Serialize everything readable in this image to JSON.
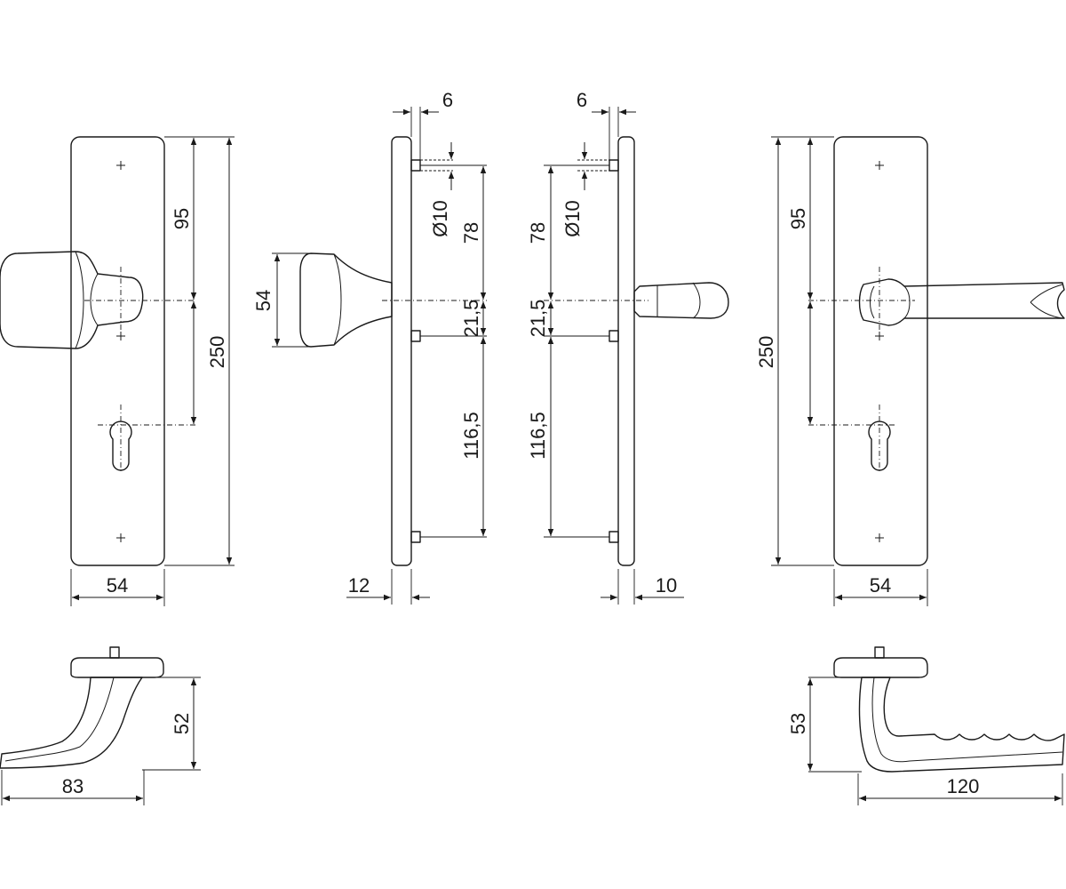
{
  "dimensions": {
    "front_left": {
      "height_upper": "95",
      "height_total": "250",
      "width": "54"
    },
    "side_left": {
      "rose_offset": "6",
      "hole_diameter": "Ø10",
      "dist_upper": "78",
      "dist_mid": "21,5",
      "dist_lower": "116,5",
      "knob_height": "54",
      "thickness": "12"
    },
    "side_right": {
      "rose_offset": "6",
      "hole_diameter": "Ø10",
      "dist_upper": "78",
      "dist_mid": "21,5",
      "dist_lower": "116,5",
      "thickness": "10"
    },
    "front_right": {
      "height_upper": "95",
      "height_total": "250",
      "width": "54"
    },
    "handle_left": {
      "height": "52",
      "length": "83"
    },
    "handle_right": {
      "height": "53",
      "length": "120"
    }
  }
}
